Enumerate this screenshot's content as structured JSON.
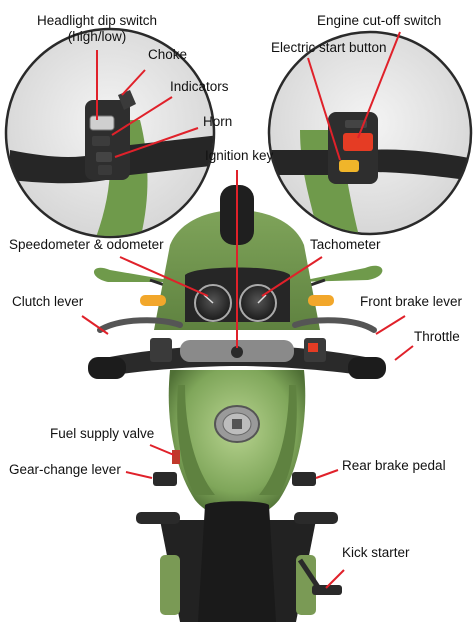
{
  "labels": {
    "headlight_dip_line1": "Headlight dip switch",
    "headlight_dip_line2": "(high/low)",
    "choke": "Choke",
    "indicators": "Indicators",
    "horn": "Horn",
    "ignition_key": "Ignition key",
    "engine_cutoff": "Engine cut-off switch",
    "electric_start": "Electric start button",
    "speedometer": "Speedometer & odometer",
    "tachometer": "Tachometer",
    "clutch_lever": "Clutch lever",
    "front_brake_lever": "Front brake lever",
    "throttle": "Throttle",
    "fuel_supply_valve": "Fuel supply valve",
    "gear_change_lever": "Gear-change lever",
    "rear_brake_pedal": "Rear brake pedal",
    "kick_starter": "Kick starter"
  },
  "colors": {
    "pointer_line": "#e0212a",
    "body_green": "#8fb36a",
    "body_dark": "#1e1e1e",
    "indicator_amber": "#f2a72b",
    "start_button": "#e53c24"
  }
}
